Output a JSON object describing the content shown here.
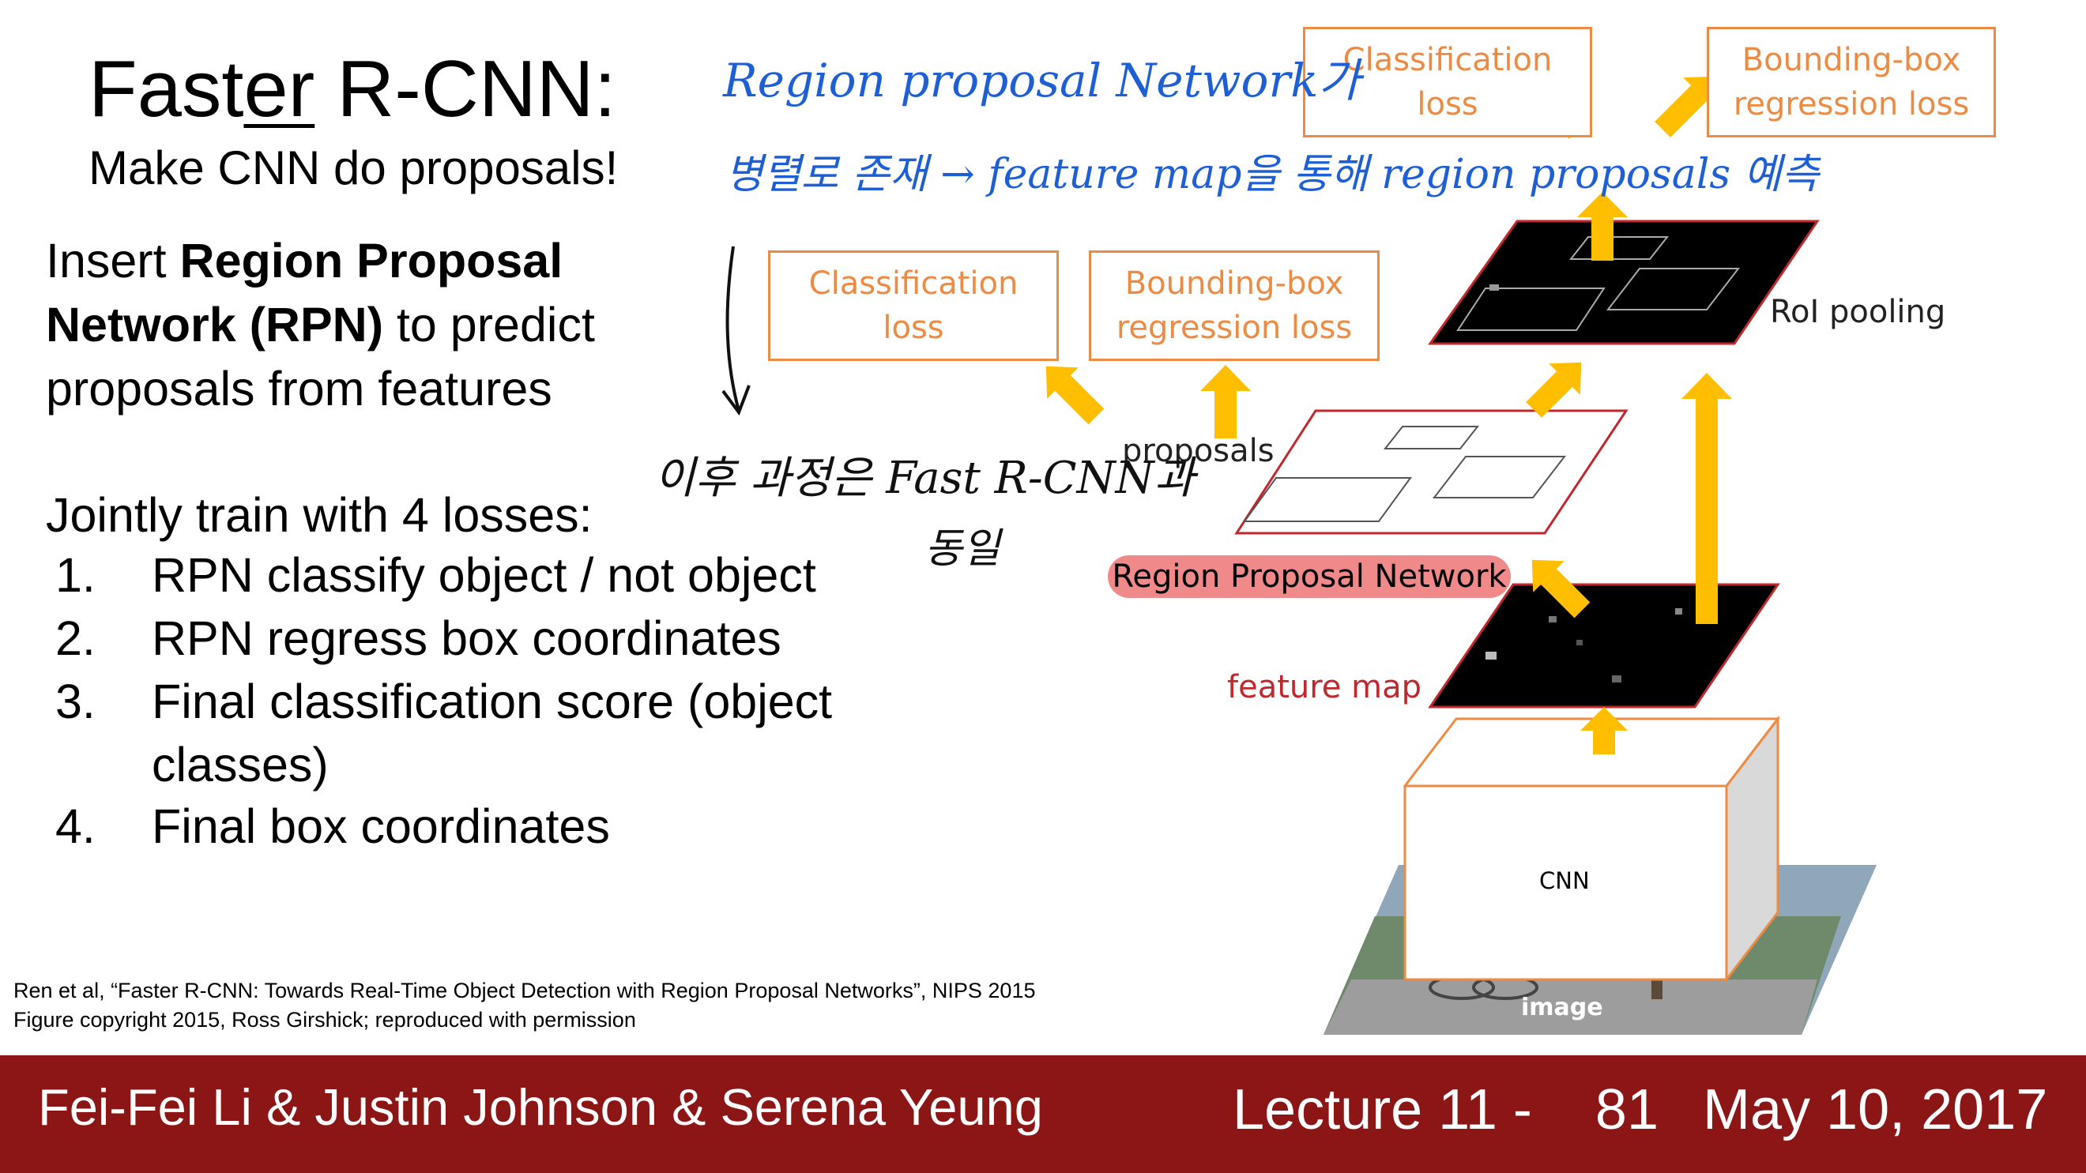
{
  "slide": {
    "title_pre": "Fast",
    "title_u": "er",
    "title_post": " R-CNN:",
    "subtitle": "Make CNN do proposals!",
    "insert_pre": "Insert ",
    "insert_bold": "Region Proposal Network (RPN)",
    "insert_post": " to predict proposals from features",
    "jointly": "Jointly train with 4 losses:",
    "losses": [
      {
        "num": "1.",
        "text": "RPN classify object / not object"
      },
      {
        "num": "2.",
        "text": "RPN regress box coordinates"
      },
      {
        "num": "3.",
        "text": "Final classification score (object classes)"
      },
      {
        "num": "4.",
        "text": "Final box coordinates"
      }
    ],
    "citation_line1": "Ren et al, “Faster R-CNN: Towards Real-Time Object Detection with Region Proposal Networks”, NIPS 2015",
    "citation_line2": "Figure copyright 2015, Ross Girshick; reproduced with permission"
  },
  "diagram": {
    "top_class_loss": [
      "Classification",
      "loss"
    ],
    "top_bbox_loss": [
      "Bounding-box",
      "regression loss"
    ],
    "mid_class_loss": [
      "Classification",
      "loss"
    ],
    "mid_bbox_loss": [
      "Bounding-box",
      "regression loss"
    ],
    "roi_pooling": "RoI pooling",
    "proposals": "proposals",
    "rpn": "Region Proposal Network",
    "feature_map": "feature map",
    "cnn": "CNN",
    "image": "image"
  },
  "handwriting": {
    "line1": "Region proposal Network가",
    "line2": "병렬로 존재 → feature map을 통해 region proposals 예측",
    "line3": "이후 과정은 Fast R-CNN과",
    "line4": "동일"
  },
  "footer": {
    "authors": "Fei-Fei Li & Justin Johnson & Serena Yeung",
    "lecture": "Lecture 11 -    81",
    "date": "May 10, 2017"
  },
  "colors": {
    "footer_bg": "#8c1515",
    "loss_orange": "#ed8b44",
    "arrow_yellow": "#ffbf00",
    "rpn_red": "#c0282e",
    "handwriting_blue": "#1f5fd6"
  }
}
